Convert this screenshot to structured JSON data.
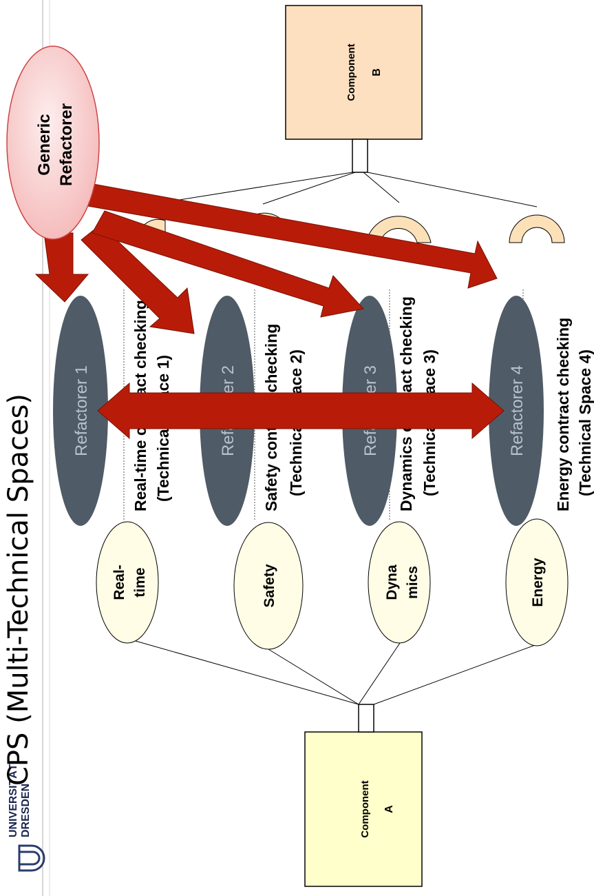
{
  "header": {
    "title": "CPS (Multi-Technical Spaces)",
    "logo_line1": "UNIVERSITÄT",
    "logo_line2": "DRESDEN"
  },
  "components": {
    "a_line1": "Component",
    "a_line2": "A",
    "b_line1": "Component",
    "b_line2": "B"
  },
  "aspects": {
    "realtime_line1": "Real-",
    "realtime_line2": "time",
    "safety": "Safety",
    "dynamics_line1": "Dyna",
    "dynamics_line2": "mics",
    "energy": "Energy"
  },
  "spaces": {
    "ts1_line1": "Real-time contract checking",
    "ts1_line2": "(Technical Space 1)",
    "ts2_line1": "Safety contract checking",
    "ts2_line2": "(Technical Space 2)",
    "ts3_line1": "Dynamics contract checking",
    "ts3_line2": "(Technical Space 3)",
    "ts4_line1": "Energy contract checking",
    "ts4_line2": "(Technical Space 4)"
  },
  "refactorers": {
    "r1": "Refactorer 1",
    "r2": "Refactorer 2",
    "r3": "Refactorer 3",
    "r4": "Refactorer 4",
    "generic_line1": "Generic",
    "generic_line2": "Refactorer"
  },
  "colors": {
    "arrow": "#b81c08",
    "refactorer_fill": "#4f5b66",
    "generic_fill": "#f8c8c8",
    "aspect_fill": "#fffde6",
    "component_a_fill": "#ffffcc",
    "component_b_fill": "#fde0c0",
    "socket_fill": "#fce0b8"
  }
}
